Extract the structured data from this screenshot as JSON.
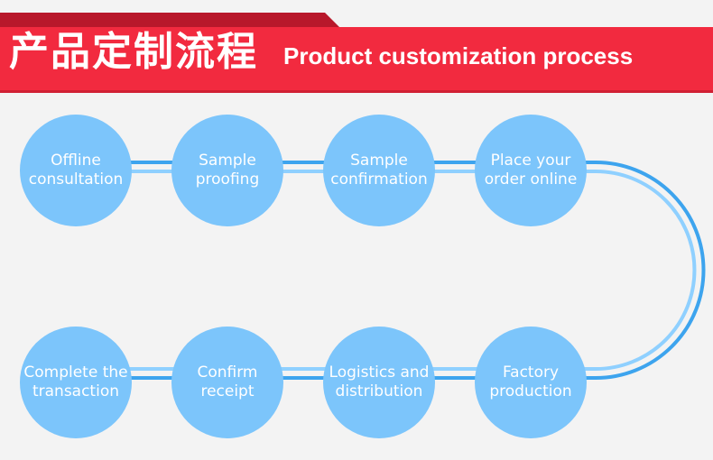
{
  "banner": {
    "title_cn": "产品定制流程",
    "title_en": "Product customization process",
    "colors": {
      "primary": "#f22a3f",
      "shadow": "#b8182b"
    }
  },
  "flow": {
    "colors": {
      "circle": "#7cc5fb",
      "connector": "#3da4ee",
      "connector_light": "#8fd0ff"
    },
    "steps": [
      {
        "label": "Offline\nconsultation"
      },
      {
        "label": "Sample\nproofing"
      },
      {
        "label": "Sample\nconfirmation"
      },
      {
        "label": "Place your\norder online"
      },
      {
        "label": "Factory\nproduction"
      },
      {
        "label": "Logistics and\ndistribution"
      },
      {
        "label": "Confirm\nreceipt"
      },
      {
        "label": "Complete the\ntransaction"
      }
    ]
  }
}
